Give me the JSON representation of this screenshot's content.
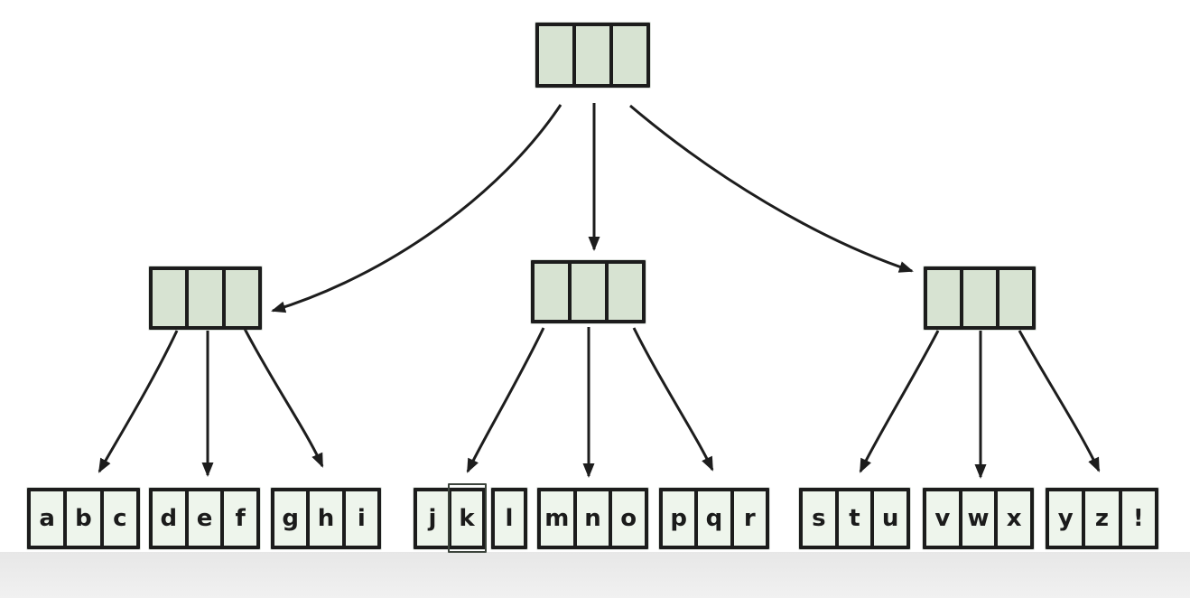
{
  "tree": {
    "root": {
      "cells": [
        "",
        "",
        ""
      ]
    },
    "internal_nodes": [
      {
        "position": "left",
        "cells": [
          "",
          "",
          ""
        ]
      },
      {
        "position": "middle",
        "cells": [
          "",
          "",
          ""
        ]
      },
      {
        "position": "right",
        "cells": [
          "",
          "",
          ""
        ]
      }
    ],
    "leaf_nodes": [
      {
        "cells": [
          "a",
          "b",
          "c"
        ]
      },
      {
        "cells": [
          "d",
          "e",
          "f"
        ]
      },
      {
        "cells": [
          "g",
          "h",
          "i"
        ]
      },
      {
        "cells": [
          "j",
          "k",
          "l"
        ]
      },
      {
        "cells": [
          "m",
          "n",
          "o"
        ]
      },
      {
        "cells": [
          "p",
          "q",
          "r"
        ]
      },
      {
        "cells": [
          "s",
          "t",
          "u"
        ]
      },
      {
        "cells": [
          "v",
          "w",
          "x"
        ]
      },
      {
        "cells": [
          "y",
          "z",
          "!"
        ]
      }
    ],
    "highlighted_cell": "k",
    "edges": [
      "root->internal-left",
      "root->internal-middle",
      "root->internal-right",
      "internal-left->leaf-abc",
      "internal-left->leaf-def",
      "internal-left->leaf-ghi",
      "internal-middle->leaf-jkl",
      "internal-middle->leaf-mno",
      "internal-middle->leaf-pqr",
      "internal-right->leaf-stu",
      "internal-right->leaf-vwx",
      "internal-right->leaf-yz!"
    ]
  },
  "colors": {
    "internal_cell_fill": "#d7e3d2",
    "leaf_cell_fill": "#eef5ec",
    "node_border": "#1c1c1c",
    "arrow": "#1d1d1d",
    "background": "#ffffff",
    "footer_band": "#e7e7e7"
  }
}
